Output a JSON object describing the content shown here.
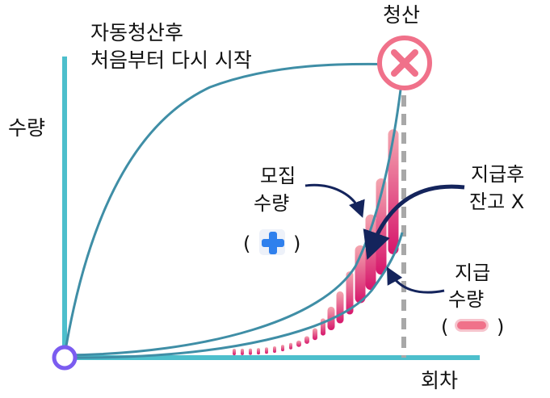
{
  "labels": {
    "restart_line1": "자동청산후",
    "restart_line2": "처음부터 다시 시작",
    "y_axis": "수량",
    "x_axis": "회차",
    "liquidation": "청산",
    "raise_line1": "모집",
    "raise_line2": "수량",
    "raise_symbol_open": "(",
    "raise_symbol_close": ")",
    "balance_line1": "지급후",
    "balance_line2": "잔고 X",
    "payout_line1": "지급",
    "payout_line2": "수량",
    "payout_symbol_open": "(",
    "payout_symbol_close": ")"
  },
  "icons": {
    "liquidation": "x-circle-icon",
    "origin": "origin-circle-icon",
    "plus": "plus-icon",
    "minus": "minus-icon"
  },
  "colors": {
    "axis": "#4dbfcc",
    "curve": "#3f8ea6",
    "liquidation_ring": "#f0718a",
    "origin_ring": "#7b5cf0",
    "plus": "#2f80ed",
    "minus": "#f0718a",
    "arrow": "#14245c",
    "bar_top": "#f4a7b0",
    "bar_bottom": "#d6156b",
    "dashed_line": "#a8a8a8"
  }
}
